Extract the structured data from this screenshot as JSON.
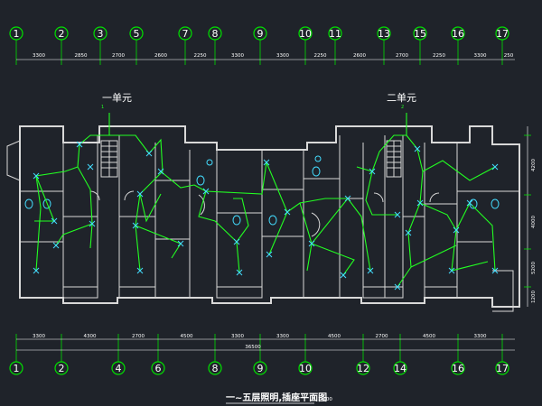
{
  "axis_top": [
    "1",
    "2",
    "3",
    "5",
    "7",
    "8",
    "9",
    "10",
    "11",
    "13",
    "15",
    "16",
    "17"
  ],
  "axis_bottom": [
    "1",
    "2",
    "4",
    "6",
    "8",
    "9",
    "10",
    "12",
    "14",
    "16",
    "17"
  ],
  "dims_top": [
    "3300",
    "2850",
    "2700",
    "2600",
    "2250",
    "3300",
    "3300",
    "2250",
    "2600",
    "2700",
    "2250",
    "3300",
    "250"
  ],
  "dims_bottom": [
    "3300",
    "4300",
    "2700",
    "4500",
    "3300",
    "3300",
    "4500",
    "2700",
    "4500",
    "3300"
  ],
  "dims_total": "36500",
  "dims_right": [
    "4200",
    "4000",
    "5200",
    "1200"
  ],
  "unit_one": "一单元",
  "unit_two": "二单元",
  "title": "一~五层照明,插座平面图",
  "scale": "1:100"
}
